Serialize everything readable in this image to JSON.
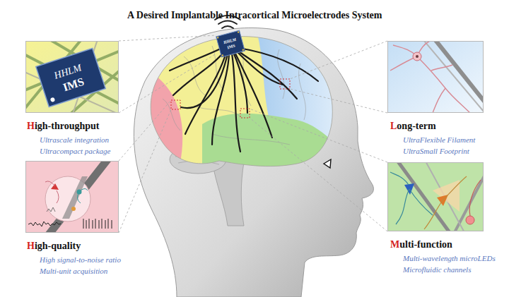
{
  "diagram": {
    "title": "A Desired Implantable Intracortical Microelectrodes System",
    "nodes": [
      {
        "text": [
          "High-throughput",
          "Ultrascale integration",
          "Ultracompact package"
        ]
      },
      {
        "text": [
          "High-quality",
          "High signal-to-noise ratio",
          "Multi-unit acquisition"
        ]
      },
      {
        "text": [
          "Long-term",
          "UltraFlexible Filament",
          "UltraSmall Footprint"
        ]
      },
      {
        "text": [
          "Multi-function",
          "Multi-wavelength microLEDs",
          "Microfluidic channels"
        ]
      }
    ],
    "labels": [
      "HHLM",
      "IMS",
      "HHLM",
      "IMS"
    ]
  }
}
